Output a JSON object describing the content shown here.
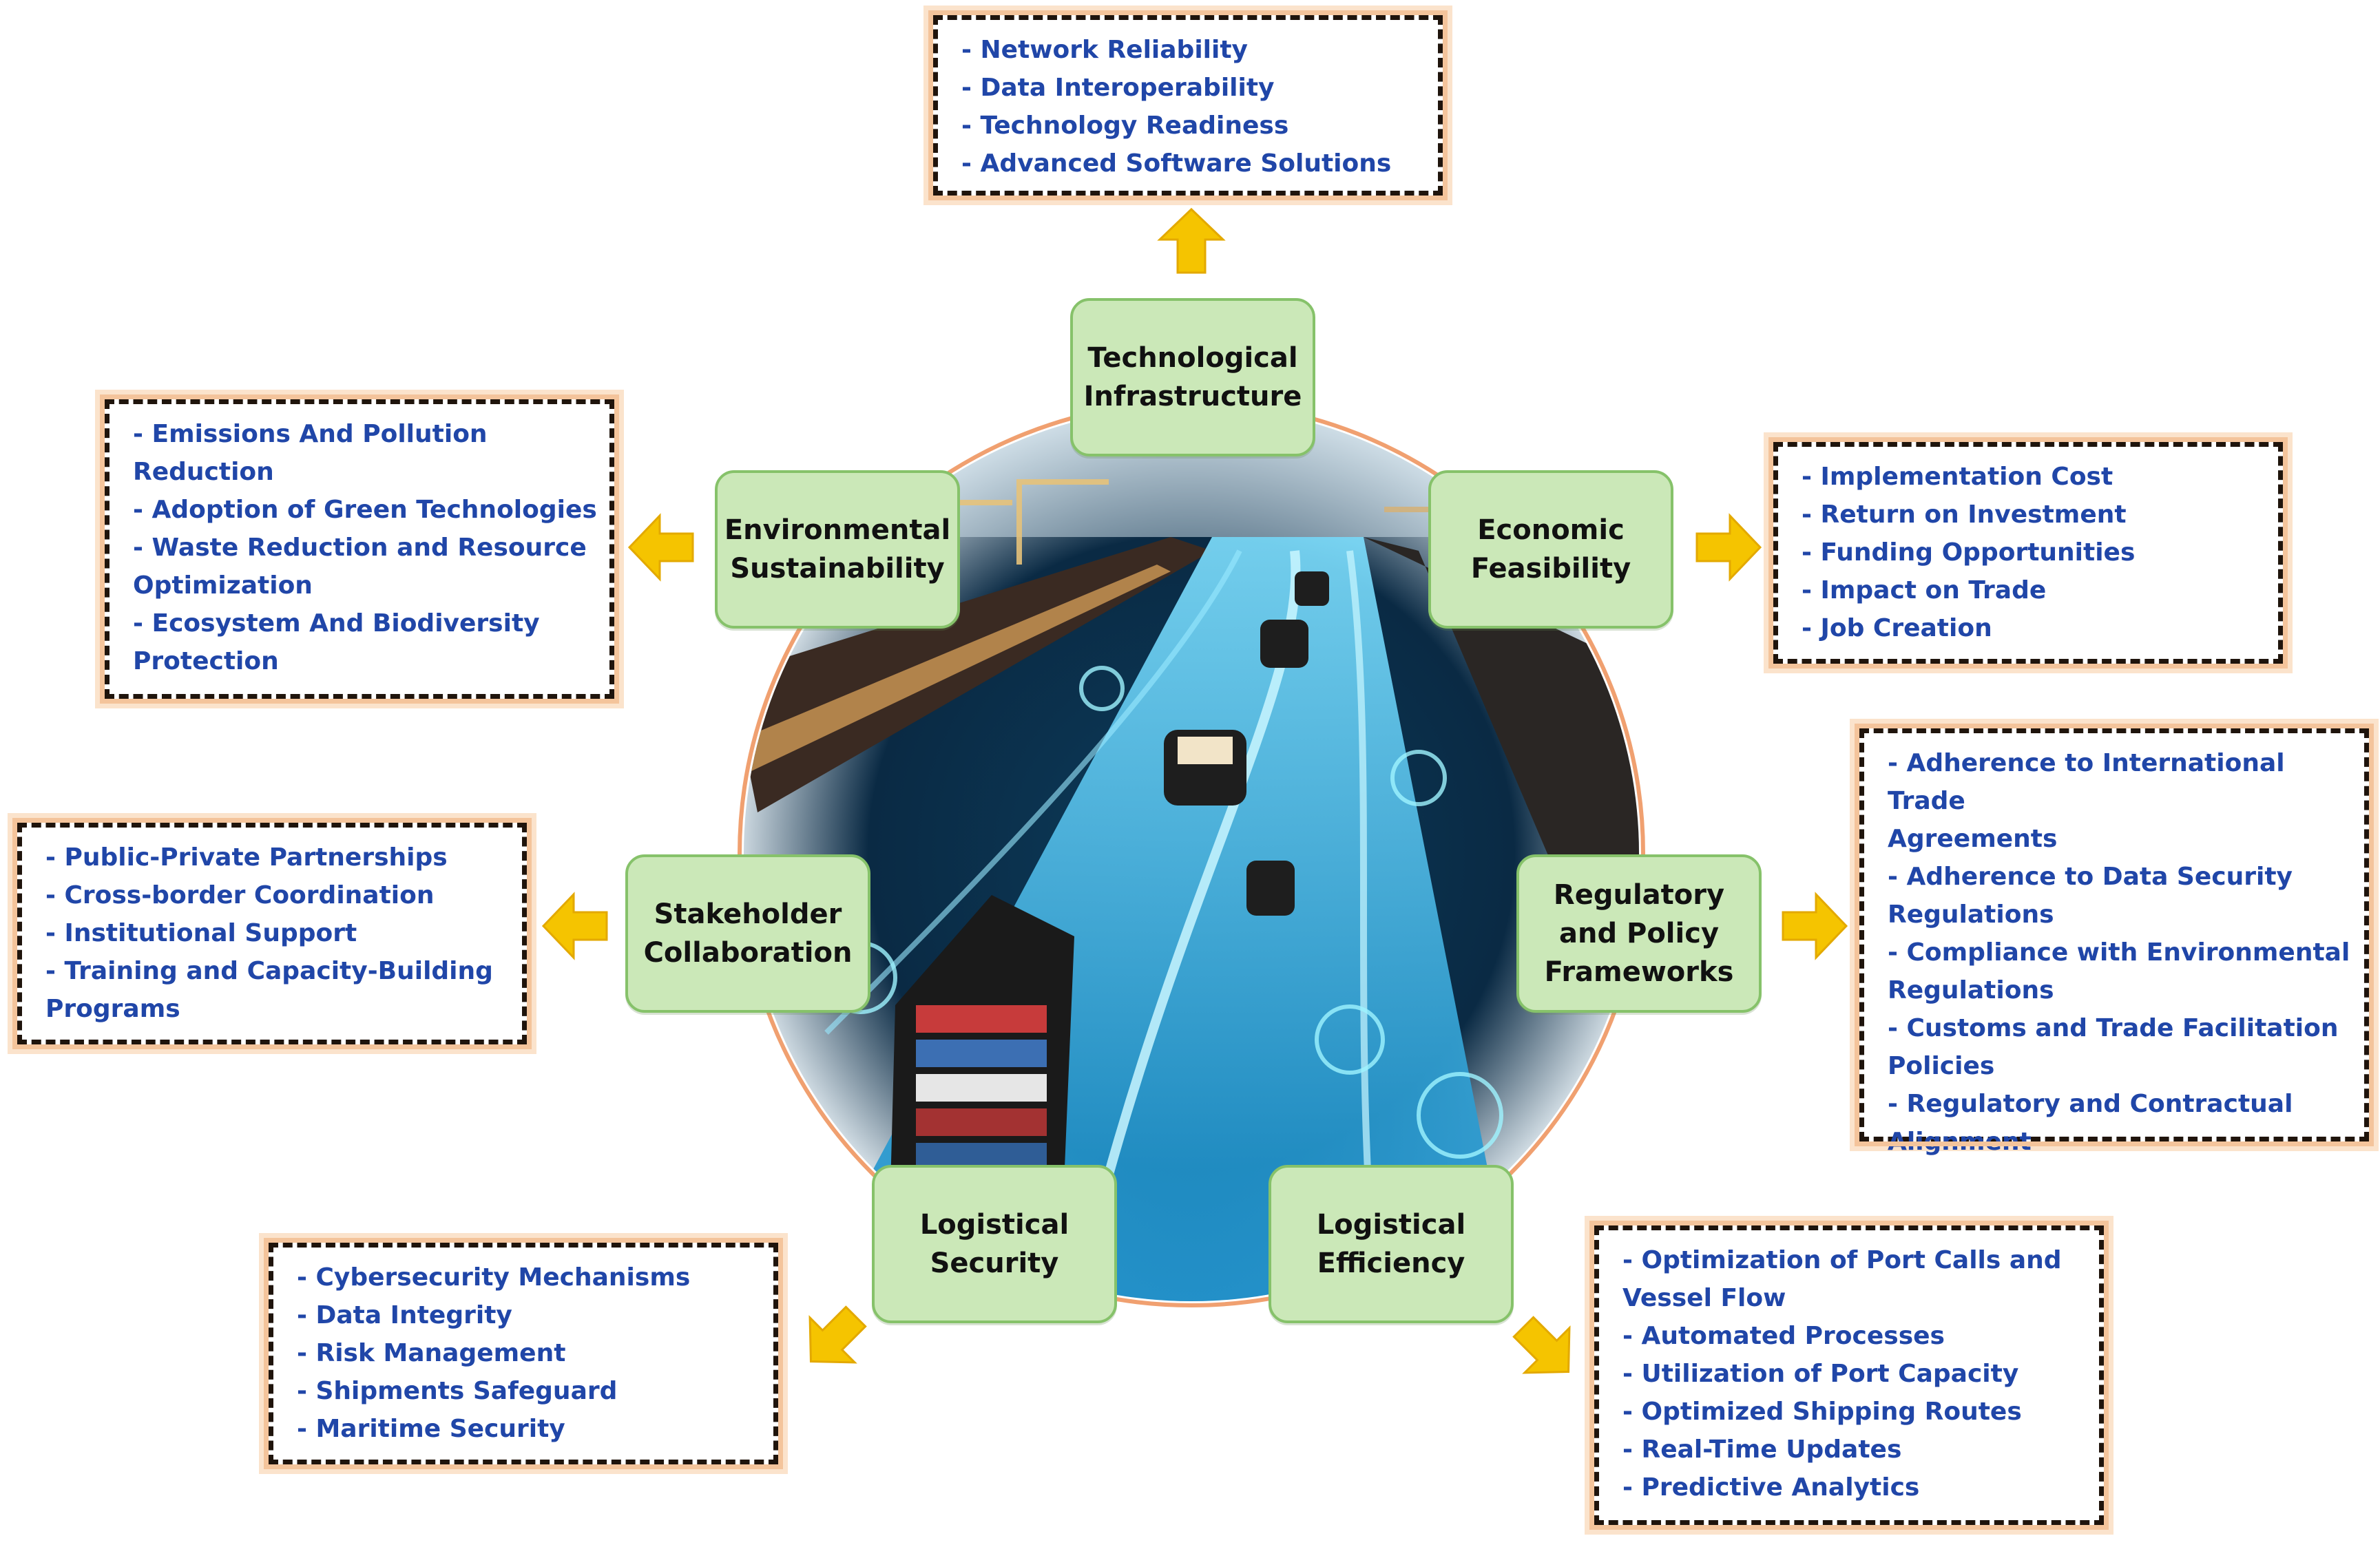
{
  "colors": {
    "node_fill": "#cbe8b8",
    "node_border": "#86c26a",
    "box_text": "#2046a8",
    "box_border": "#1f140c",
    "box_glow": "#f4c49b",
    "arrow": "#f5c400",
    "water": "#1aa9d6"
  },
  "center_image": {
    "icon": "smart-port-illustration"
  },
  "nodes": [
    {
      "id": "tech",
      "label": "Technological\nInfrastructure"
    },
    {
      "id": "env",
      "label": "Environmental\nSustainability"
    },
    {
      "id": "econ",
      "label": "Economic\nFeasibility"
    },
    {
      "id": "stake",
      "label": "Stakeholder\nCollaboration"
    },
    {
      "id": "reg",
      "label": "Regulatory\nand Policy\nFrameworks"
    },
    {
      "id": "logsec",
      "label": "Logistical\nSecurity"
    },
    {
      "id": "logeff",
      "label": "Logistical\nEfficiency"
    }
  ],
  "boxes": {
    "tech": [
      "- Network Reliability",
      "- Data Interoperability",
      "- Technology Readiness",
      "- Advanced Software Solutions"
    ],
    "env": [
      "- Emissions And Pollution",
      "Reduction",
      "- Adoption of Green Technologies",
      "- Waste Reduction and Resource",
      "Optimization",
      "- Ecosystem And Biodiversity",
      "Protection"
    ],
    "econ": [
      "- Implementation Cost",
      "- Return on Investment",
      "- Funding Opportunities",
      "- Impact on Trade",
      "- Job Creation"
    ],
    "stake": [
      "- Public-Private Partnerships",
      "- Cross-border Coordination",
      "- Institutional Support",
      "- Training and Capacity-Building",
      "Programs"
    ],
    "reg": [
      "- Adherence to International Trade",
      "Agreements",
      "- Adherence to Data Security",
      "Regulations",
      "- Compliance with Environmental",
      "Regulations",
      "- Customs and Trade Facilitation",
      "Policies",
      "- Regulatory and Contractual",
      "Alignment"
    ],
    "logsec": [
      "- Cybersecurity Mechanisms",
      "- Data Integrity",
      "- Risk Management",
      "- Shipments Safeguard",
      "- Maritime Security"
    ],
    "logeff": [
      "- Optimization of Port Calls and",
      "Vessel Flow",
      "- Automated Processes",
      "- Utilization of Port Capacity",
      "- Optimized Shipping Routes",
      "- Real-Time Updates",
      "- Predictive Analytics"
    ]
  },
  "arrows": [
    {
      "id": "tech",
      "direction": "up"
    },
    {
      "id": "env",
      "direction": "left"
    },
    {
      "id": "econ",
      "direction": "right"
    },
    {
      "id": "stake",
      "direction": "left"
    },
    {
      "id": "reg",
      "direction": "right"
    },
    {
      "id": "logsec",
      "direction": "down-left"
    },
    {
      "id": "logeff",
      "direction": "down-right"
    }
  ]
}
